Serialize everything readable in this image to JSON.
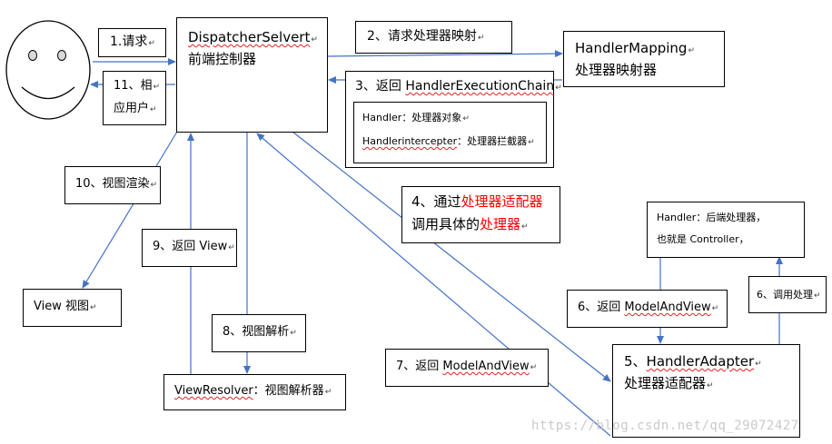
{
  "colors": {
    "arrow": "#4472c4",
    "highlight": "#ff0000",
    "spellcheck": "#e02020"
  },
  "user": {
    "icon": "smiley-face-icon"
  },
  "dispatcher": {
    "line1": "DispatcherSelvert",
    "line2": "前端控制器"
  },
  "handler_mapping": {
    "line1": "HandlerMapping",
    "line2": "处理器映射器"
  },
  "execution_chain": {
    "label_prefix": "3、返回 ",
    "label_name": "HandlerExecutionChain",
    "handler_key": "Handler",
    "handler_val": "：处理器对象",
    "interceptor_key": "Handlerintercepter",
    "interceptor_val": "：处理器拦截器"
  },
  "handler": {
    "line1": "Handler：后端处理器，",
    "line2": "也就是 Controller，"
  },
  "adapter": {
    "line1_prefix": "5、",
    "line1_name": "HandlerAdapter",
    "line2": "处理器适配器"
  },
  "view": {
    "label": "View 视图"
  },
  "view_resolver": {
    "name": "ViewResolver",
    "suffix": "：视图解析器"
  },
  "step_labels": {
    "s1": "1.请求",
    "s2": "2、请求处理器映射",
    "s4_prefix": "4、通过",
    "s4_red1": "处理器适配器",
    "s4_line2_prefix": "调用具体的",
    "s4_red2": "处理器",
    "s6a": "6、调用处理",
    "s6b_prefix": "6、返回 ",
    "s6b_name": "ModelAndView",
    "s7_prefix": "7、返回 ",
    "s7_name": "ModelAndView",
    "s8": "8、视图解析",
    "s9": "9、返回 View",
    "s10": "10、视图渲染",
    "s11_line1": "11、相",
    "s11_line2": "应用户"
  },
  "watermark": "https://blog.csdn.net/qq_29072427"
}
